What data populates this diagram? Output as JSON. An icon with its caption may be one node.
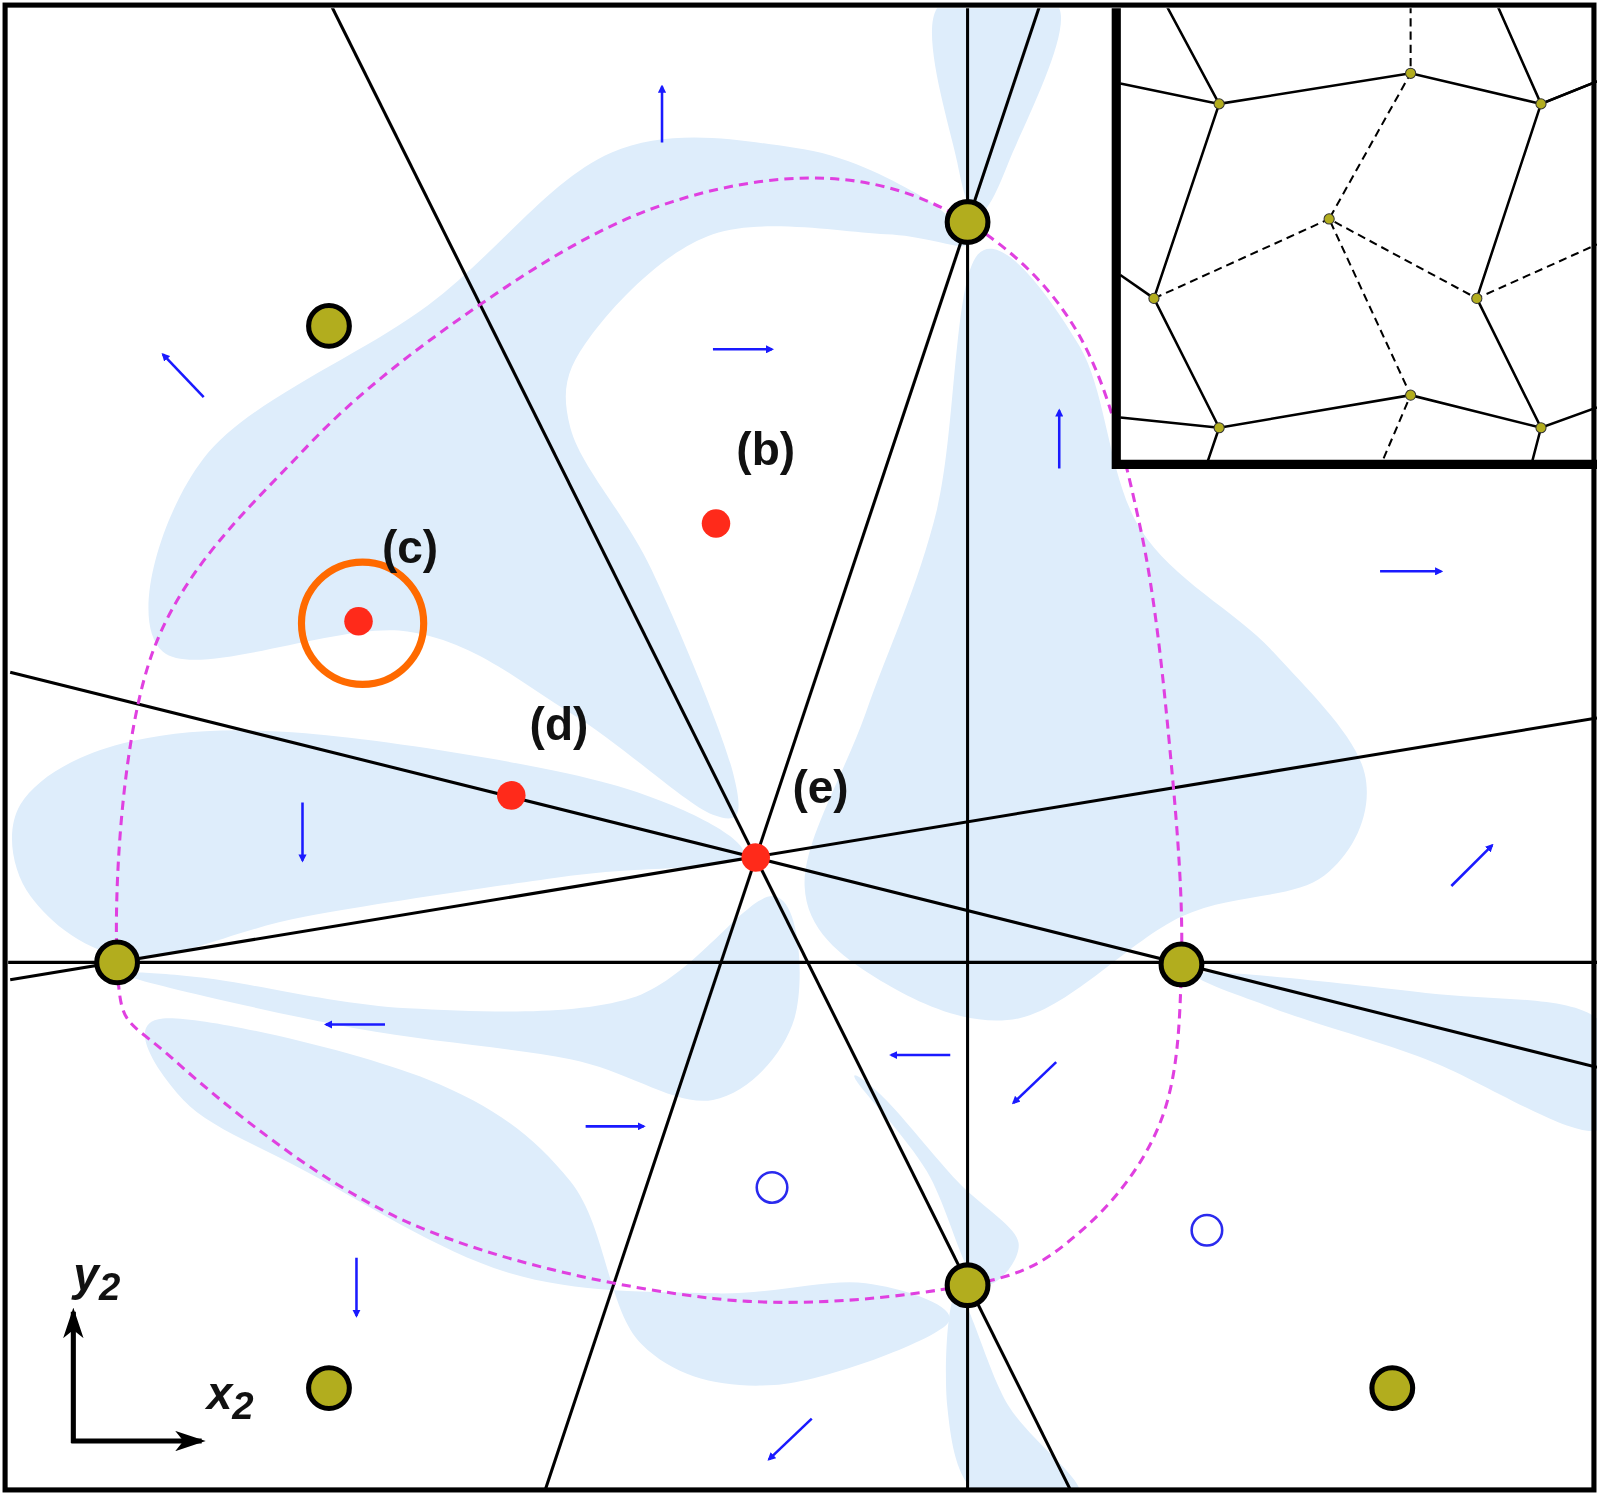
{
  "diagram": {
    "labels": [
      "(b)",
      "(c)",
      "(d)",
      "(e)",
      "y$_{2}$",
      "x$_{2}$"
    ]
  }
}
